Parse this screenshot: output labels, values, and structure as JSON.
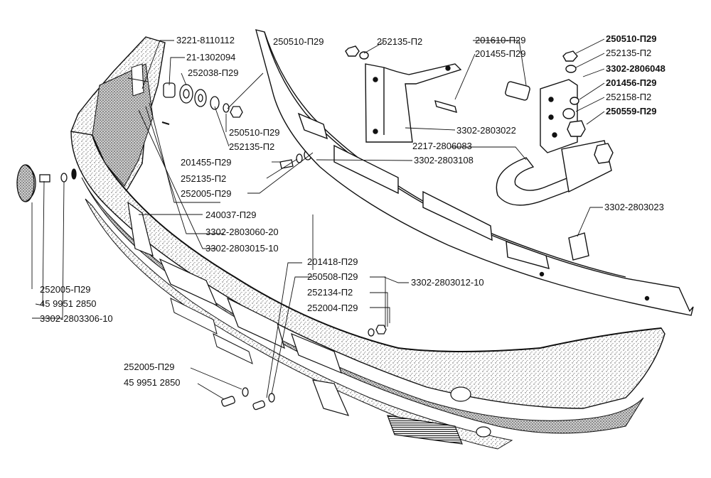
{
  "diagram": {
    "colors": {
      "ink": "#111111",
      "paper": "#ffffff",
      "shade": "#6a6a6a"
    },
    "parts": {
      "bumper": "front-bumper",
      "reinforcement": "bumper-reinforcement-beam",
      "bracket": "mounting-bracket",
      "tow_hook": "tow-hook-assembly",
      "side_lamp": "side-marker-lamp"
    },
    "labels": {
      "p3221_8110112": "3221-8110112",
      "p21_1302094": "21-1302094",
      "p252038_P29": "252038-П29",
      "p250510_P29_a": "250510-П29",
      "p252135_P2_a": "252135-П2",
      "p201455_P29_a": "201455-П29",
      "p252135_P2_b": "252135-П2",
      "p252005_P29_a": "252005-П29",
      "p240037_P29": "240037-П29",
      "p3302_2803060_20": "3302-2803060-20",
      "p3302_2803015_10": "3302-2803015-10",
      "p201418_P29": "201418-П29",
      "p250508_P29": "250508-П29",
      "p252134_P2": "252134-П2",
      "p252004_P29": "252004-П29",
      "p3302_2803012_10": "3302-2803012-10",
      "p252005_P29_b": "252005-П29",
      "p45_99512850_a": "45 9951 2850",
      "p3302_2803306_10": "3302-2803306-10",
      "p252005_P29_c": "252005-П29",
      "p45_99512850_b": "45 9951 2850",
      "p250510_P29_b": "250510-П29",
      "p252135_P2_c": "252135-П2",
      "p201610_P29": "201610-П29",
      "p201455_P29_b": "201455-П29",
      "p3302_2803022": "3302-2803022",
      "p2217_2806083": "2217-2806083",
      "p3302_2803108": "3302-2803108",
      "p250510_P29_c": "250510-П29",
      "p252135_P2_d": "252135-П2",
      "p3302_2806048": "3302-2806048",
      "p201456_P29": "201456-П29",
      "p252158_P2": "252158-П2",
      "p250559_P29": "250559-П29",
      "p3302_2803023": "3302-2803023"
    }
  }
}
